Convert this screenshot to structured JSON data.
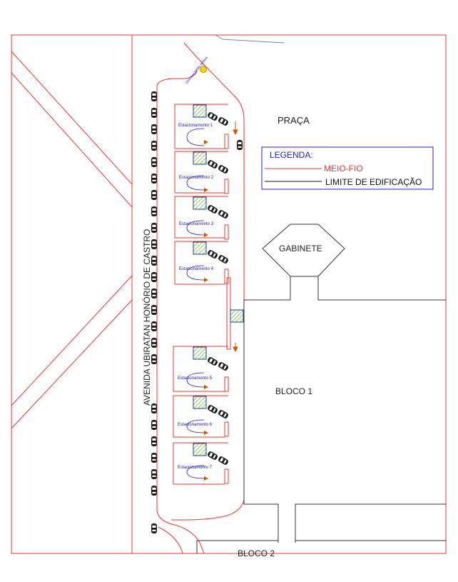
{
  "labels": {
    "praca": "PRAÇA",
    "gabinete": "GABINETE",
    "bloco1": "BLOCO 1",
    "bloco2": "BLOCO 2",
    "avenida": "AVENIDA UBIRATAN HONÓRIO DE CASTRO",
    "corner_note": "Orientação do ônibus"
  },
  "legend": {
    "title": "LEGENDA:",
    "meio_fio": "MEIO-FIO",
    "limite": "LIMITE DE EDIFICAÇÃO"
  },
  "parking_labels": [
    "Estacionamento 1",
    "Estacionamento 2",
    "Estacionamento 3",
    "Estacionamento 4",
    "Estacionamento 5",
    "Estacionamento 6",
    "Estacionamento 7"
  ],
  "colors": {
    "curb": "#e53935",
    "building": "#333333",
    "legend_title": "#1f1fc8",
    "parking_text": "#1a1ab0",
    "hatch": "#6cbf3a",
    "arrow": "#d35400",
    "marker": "#f5d200"
  }
}
